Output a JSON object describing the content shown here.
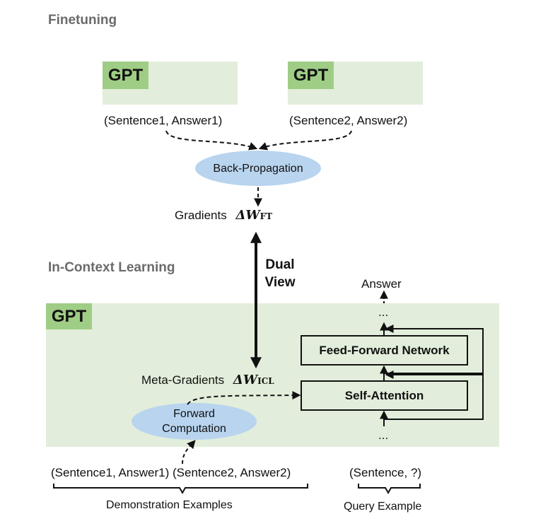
{
  "finetuning": {
    "title": "Finetuning",
    "gpt_left": "GPT",
    "gpt_right": "GPT",
    "input_left": "(Sentence1, Answer1)",
    "input_right": "(Sentence2, Answer2)",
    "backprop": "Back-Propagation",
    "gradients_label": "Gradients",
    "gradients_symbol": "ΔW",
    "gradients_sub": "FT"
  },
  "dual_view": {
    "line1": "Dual",
    "line2": "View"
  },
  "icl": {
    "title": "In-Context Learning",
    "gpt": "GPT",
    "meta_label": "Meta-Gradients",
    "meta_symbol": "ΔW",
    "meta_sub": "ICL",
    "forward_line1": "Forward",
    "forward_line2": "Computation",
    "answer": "Answer",
    "ellipsis_top": "...",
    "ellipsis_bottom": "...",
    "ffn": "Feed-Forward Network",
    "self_attention": "Self-Attention",
    "demo_inputs": "(Sentence1, Answer1) (Sentence2, Answer2)",
    "demo_caption": "Demonstration Examples",
    "query_input": "(Sentence, ?)",
    "query_caption": "Query Example"
  },
  "colors": {
    "panel": "#e2eedb",
    "gpt_badge": "#9fcd85",
    "ellipse": "#b8d4ee",
    "section_title": "#6b6b6b"
  }
}
